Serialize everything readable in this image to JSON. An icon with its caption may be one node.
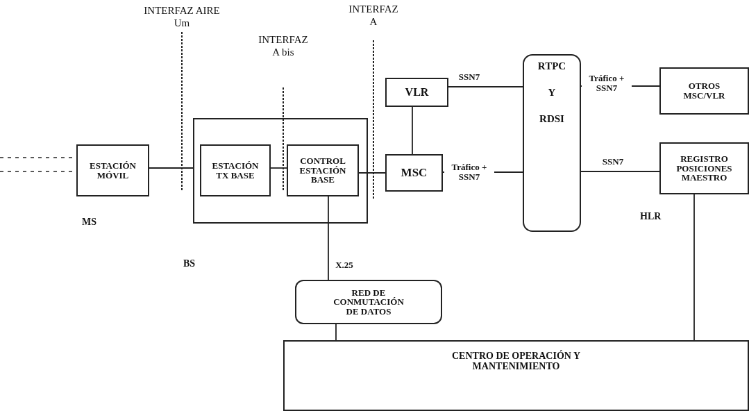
{
  "diagram": {
    "nodes": [
      {
        "text": [
          "ESTACIÓN MÓVIL"
        ],
        "beside": [
          "MS"
        ]
      },
      {
        "text": [],
        "shape": "box",
        "beside": [
          "BS"
        ]
      },
      {
        "text": [
          "ESTACIÓN TX BASE"
        ],
        "in": 1
      },
      {
        "text": [
          "CONTROL ESTACIÓN BASE"
        ],
        "in": 1
      },
      {
        "text": [
          "VLR"
        ]
      },
      {
        "text": [
          "MSC"
        ]
      },
      {
        "text": [
          "RTPC",
          "Y",
          "RDSI"
        ]
      },
      {
        "text": [
          "OTROS MSC/VLR"
        ]
      },
      {
        "text": [
          "REGISTRO POSICIONES MAESTRO"
        ],
        "beside": [
          "HLR"
        ]
      },
      {
        "text": [
          "RED DE CONMUTACIÓN DE DATOS"
        ]
      },
      {
        "text": [
          "CENTRO DE OPERACIÓN Y MANTENIMIENTO"
        ]
      }
    ],
    "edges": [
      {
        "from": null,
        "to": 0,
        "arrow": "none",
        "style": "dashed"
      },
      {
        "from": null,
        "to": 0,
        "arrow": "none",
        "style": "dashed"
      },
      {
        "from": 0,
        "to": 1,
        "arrow": "none"
      },
      {
        "from": 2,
        "to": 3,
        "arrow": "none"
      },
      {
        "from": 3,
        "to": 5,
        "arrow": "none"
      },
      {
        "from": 4,
        "to": 5,
        "arrow": "none"
      },
      {
        "from": 4,
        "to": 6,
        "arrow": "none",
        "label": "SSN7"
      },
      {
        "from": 5,
        "to": 6,
        "arrow": "none",
        "label": "Tráfico + SSN7"
      },
      {
        "from": 6,
        "to": 7,
        "arrow": "none",
        "label": "Tráfico + SSN7"
      },
      {
        "from": 6,
        "to": 8,
        "arrow": "none",
        "label": "SSN7"
      },
      {
        "from": 3,
        "to": 9,
        "arrow": "none",
        "label": "X.25"
      },
      {
        "from": 9,
        "to": 10,
        "arrow": "none"
      },
      {
        "from": 8,
        "to": 10,
        "arrow": "none"
      }
    ],
    "labels": [
      "INTERFAZ AIRE Um",
      "INTERFAZ A",
      "INTERFAZ A bis"
    ]
  }
}
